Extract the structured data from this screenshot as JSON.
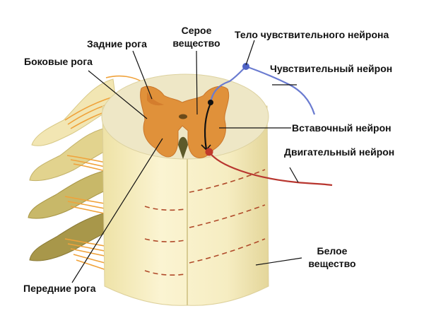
{
  "labels": {
    "gray_matter_line1": "Серое",
    "gray_matter_line2": "вещество",
    "dorsal_horns": "Задние рога",
    "lateral_horns": "Боковые рога",
    "sensory_body": "Тело чувствительного нейрона",
    "sensory_neuron": "Чувствительный нейрон",
    "interneuron": "Вставочный нейрон",
    "motor_neuron": "Двигательный нейрон",
    "white_matter_line1": "Белое",
    "white_matter_line2": "вещество",
    "ventral_horns": "Передние рога"
  },
  "colors": {
    "white_matter": "#f6efc4",
    "white_matter_top": "#efe9c9",
    "gray_matter": "#e0913a",
    "gray_matter_inner": "#c76a1f",
    "nerve_fibers": "#f0a23a",
    "ganglion": "#b9aa56",
    "sensory": "#6a7bd0",
    "motor": "#b8362f",
    "interneuron": "#111111",
    "dashed": "#b04a2a"
  }
}
